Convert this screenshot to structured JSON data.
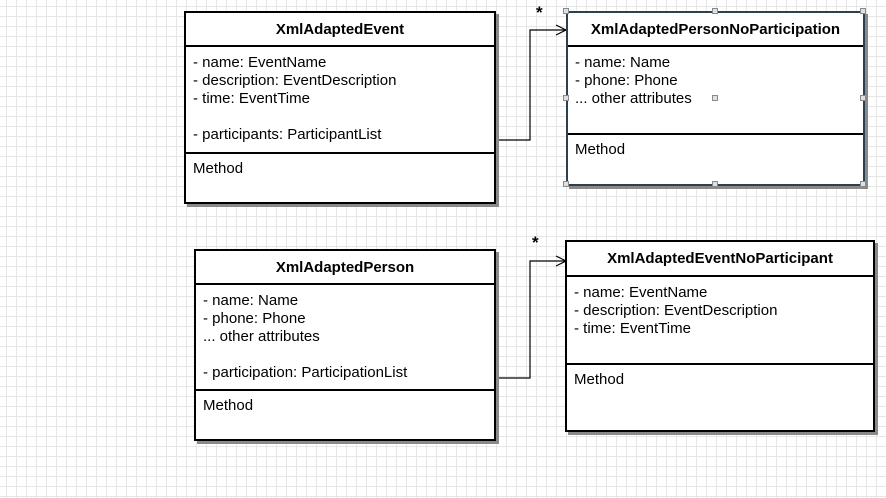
{
  "classes": {
    "event": {
      "name": "XmlAdaptedEvent",
      "attributes": [
        "- name: EventName",
        "- description: EventDescription",
        "- time: EventTime",
        "",
        "- participants: ParticipantList"
      ],
      "method": "Method"
    },
    "person_no_participation": {
      "name": "XmlAdaptedPersonNoParticipation",
      "attributes": [
        "- name: Name",
        "- phone: Phone",
        "... other attributes"
      ],
      "method": "Method"
    },
    "person": {
      "name": "XmlAdaptedPerson",
      "attributes": [
        "- name: Name",
        "- phone: Phone",
        "... other attributes",
        "",
        "- participation: ParticipationList"
      ],
      "method": "Method"
    },
    "event_no_participant": {
      "name": "XmlAdaptedEventNoParticipant",
      "attributes": [
        "- name: EventName",
        "- description: EventDescription",
        "- time: EventTime"
      ],
      "method": "Method"
    }
  },
  "associations": [
    {
      "from": "XmlAdaptedEvent",
      "to": "XmlAdaptedPersonNoParticipation",
      "multiplicity": "*"
    },
    {
      "from": "XmlAdaptedPerson",
      "to": "XmlAdaptedEventNoParticipant",
      "multiplicity": "*"
    }
  ]
}
